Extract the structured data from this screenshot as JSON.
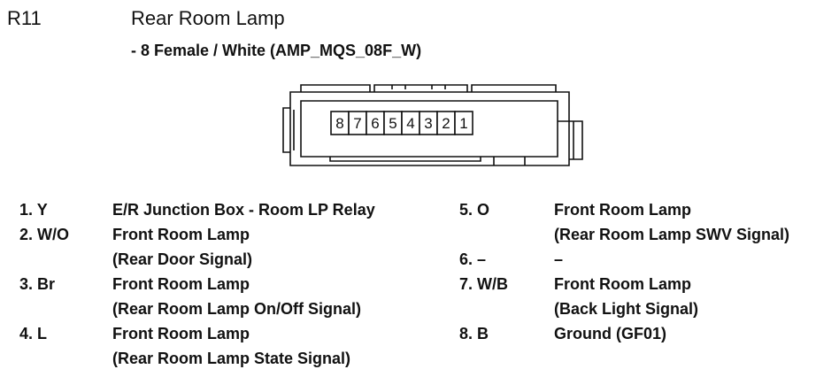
{
  "header": {
    "code": "R11",
    "title": "Rear Room Lamp",
    "subtitle": "- 8 Female / White (AMP_MQS_08F_W)"
  },
  "connector": {
    "pin_order": [
      "8",
      "7",
      "6",
      "5",
      "4",
      "3",
      "2",
      "1"
    ]
  },
  "pins_left": [
    {
      "num": "1. Y",
      "lines": [
        "E/R Junction Box - Room LP Relay"
      ]
    },
    {
      "num": "2. W/O",
      "lines": [
        "Front Room Lamp",
        "(Rear Door Signal)"
      ]
    },
    {
      "num": "3. Br",
      "lines": [
        "Front Room Lamp",
        "(Rear Room Lamp On/Off Signal)"
      ]
    },
    {
      "num": "4. L",
      "lines": [
        "Front Room Lamp",
        "(Rear Room Lamp State Signal)"
      ]
    }
  ],
  "pins_right": [
    {
      "num": "5. O",
      "lines": [
        "Front Room Lamp",
        "(Rear Room Lamp SWV Signal)"
      ]
    },
    {
      "num": "6. –",
      "lines": [
        "–"
      ]
    },
    {
      "num": "7. W/B",
      "lines": [
        "Front Room Lamp",
        "(Back Light Signal)"
      ]
    },
    {
      "num": "8. B",
      "lines": [
        "Ground (GF01)"
      ]
    }
  ]
}
